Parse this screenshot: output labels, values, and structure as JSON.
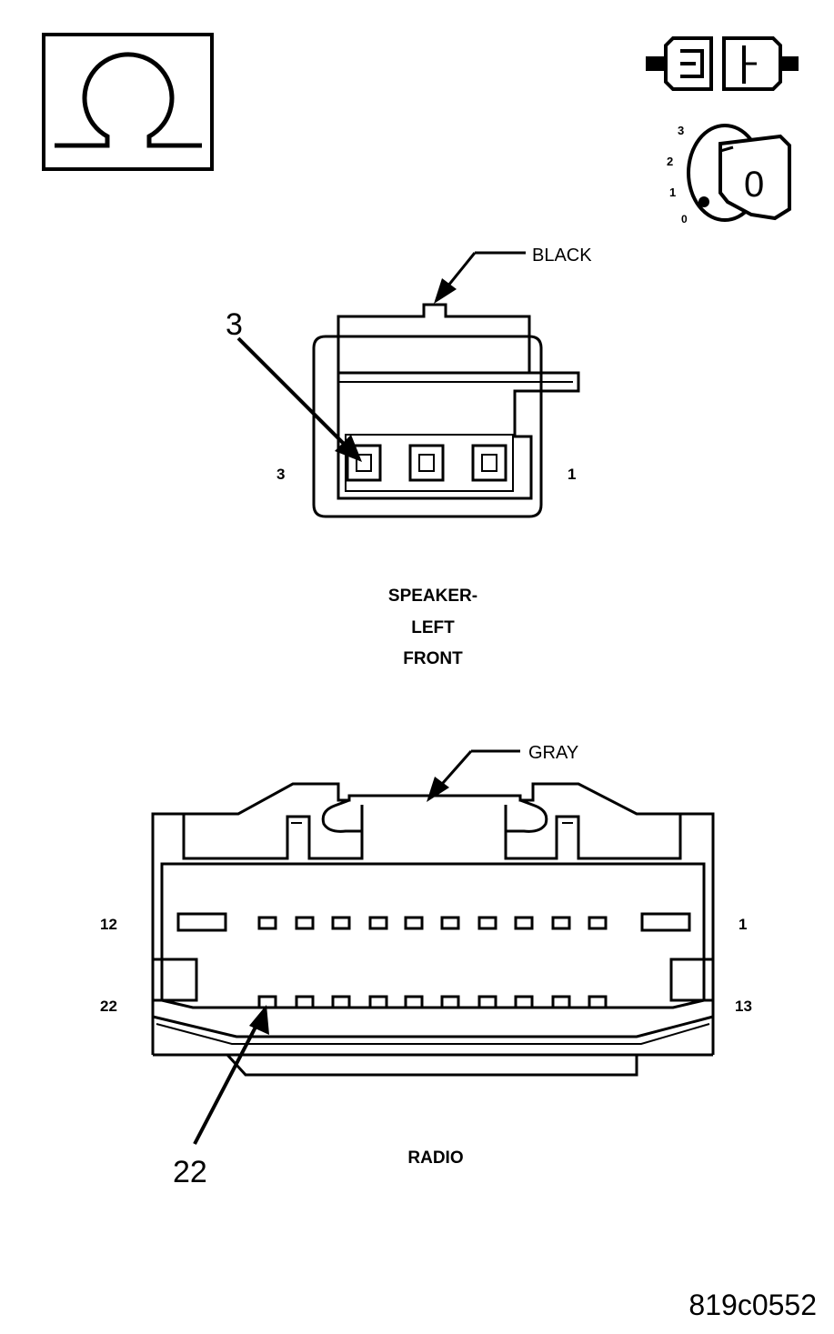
{
  "icons": {
    "ohmmeter": "omega-symbol-icon",
    "connector": "disconnected-connector-icon",
    "ignition": "ignition-key-off-icon"
  },
  "ignition_positions": [
    "3",
    "2",
    "1",
    "0"
  ],
  "ignition_key_label": "0",
  "speaker_connector": {
    "color_label": "BLACK",
    "callout_pin": "3",
    "left_pin": "3",
    "right_pin": "1",
    "name_lines": [
      "SPEAKER-",
      "LEFT",
      "FRONT"
    ]
  },
  "radio_connector": {
    "color_label": "GRAY",
    "top_left_pin": "12",
    "top_right_pin": "1",
    "bottom_left_pin": "22",
    "bottom_right_pin": "13",
    "callout_pin": "22",
    "name": "RADIO"
  },
  "figure_id": "819c0552"
}
